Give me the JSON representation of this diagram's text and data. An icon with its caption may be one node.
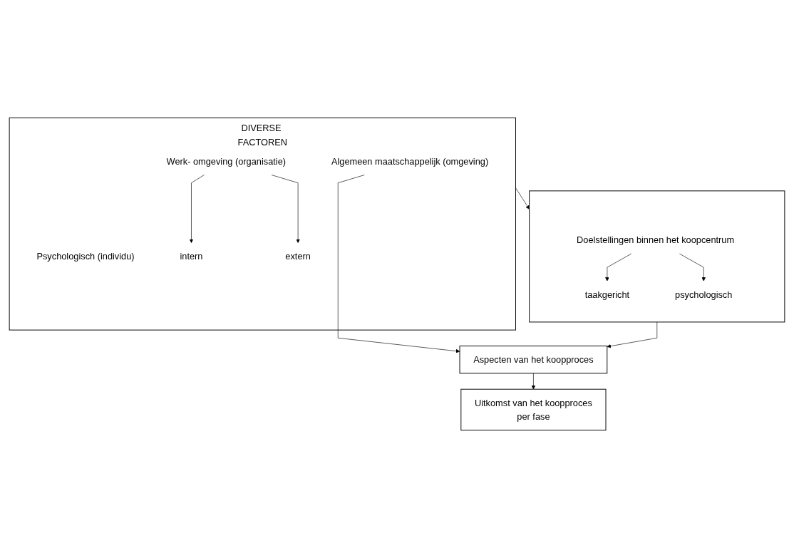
{
  "diagram": {
    "nodes": [
      {
        "text": [
          "DIVERSE FACTOREN"
        ]
      },
      {
        "text": [
          "Algemeen maatschappelijk (omgeving)"
        ],
        "in": 0
      },
      {
        "text": [
          "Werk- omgeving (organisatie)"
        ],
        "in": 0
      },
      {
        "text": [
          "Psychologisch (individu)"
        ],
        "in": 0
      },
      {
        "text": [
          "intern"
        ],
        "in": 0
      },
      {
        "text": [
          "extern"
        ],
        "in": 0
      },
      {
        "text": [],
        "shape": "box"
      },
      {
        "text": [
          "Doelstellingen binnen het koopcentrum"
        ],
        "in": 6
      },
      {
        "text": [
          "taakgericht"
        ],
        "in": 6
      },
      {
        "text": [
          "psychologisch"
        ],
        "in": 6
      },
      {
        "text": [
          "Aspecten van het koopproces"
        ]
      },
      {
        "text": [
          "Uitkomst van het koopproces",
          "per fase"
        ]
      }
    ],
    "edges": [
      {
        "from": 2,
        "to": 4,
        "arrow": "to"
      },
      {
        "from": 2,
        "to": 5,
        "arrow": "to"
      },
      {
        "from": 0,
        "to": 6,
        "arrow": "to"
      },
      {
        "from": 7,
        "to": 8,
        "arrow": "to"
      },
      {
        "from": 7,
        "to": 9,
        "arrow": "to"
      },
      {
        "from": 6,
        "to": 10,
        "arrow": "to"
      },
      {
        "from": 1,
        "to": 10,
        "arrow": "to"
      },
      {
        "from": 10,
        "to": 11,
        "arrow": "to"
      }
    ]
  }
}
